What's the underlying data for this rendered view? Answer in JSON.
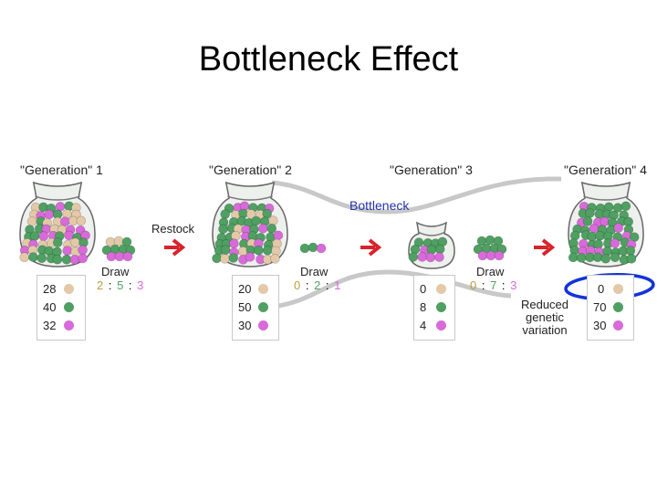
{
  "title": "Bottleneck Effect",
  "generations": [
    "\"Generation\" 1",
    "\"Generation\" 2",
    "\"Generation\" 3",
    "\"Generation\" 4"
  ],
  "restock_label": "Restock",
  "bottleneck_label": "Bottleneck",
  "draw_label": "Draw",
  "draws": [
    {
      "a": "2",
      "b": "5",
      "c": "3"
    },
    {
      "a": "0",
      "b": "2",
      "c": "1"
    },
    {
      "a": "0",
      "b": "7",
      "c": "3"
    }
  ],
  "counts": [
    [
      "28",
      "40",
      "32"
    ],
    [
      "20",
      "50",
      "30"
    ],
    [
      "0",
      "8",
      "4"
    ],
    [
      "0",
      "70",
      "30"
    ]
  ],
  "note": [
    "Reduced",
    "genetic",
    "variation"
  ],
  "colors": {
    "tan": "#e3c9a8",
    "green": "#4fa062",
    "pink": "#d96ad9",
    "arrow": "#d8232a",
    "bottleneck_text": "#2233aa",
    "circle": "#1133dd"
  }
}
